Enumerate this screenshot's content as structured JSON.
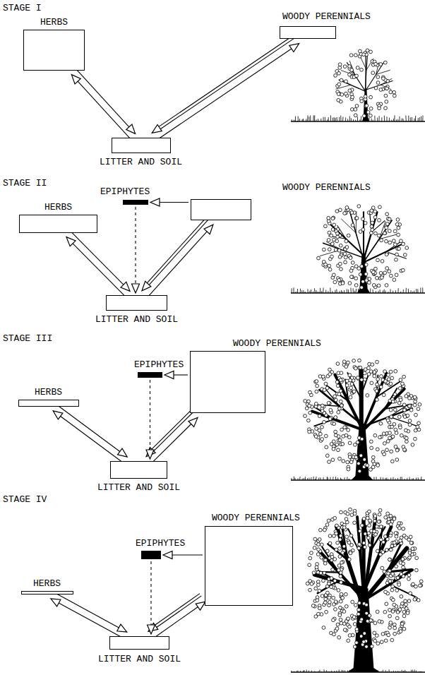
{
  "diagram": {
    "nodes": [
      {
        "text": [
          "HERBS"
        ]
      },
      {
        "text": [
          "WOODY PERENNIALS"
        ]
      },
      {
        "text": [
          "LITTER AND SOIL"
        ]
      },
      {
        "text": [
          "HERBS"
        ]
      },
      {
        "text": [
          "EPIPHYTES"
        ]
      },
      {
        "text": [
          "WOODY PERENNIALS"
        ]
      },
      {
        "text": [
          "LITTER AND SOIL"
        ]
      },
      {
        "text": [
          "HERBS"
        ]
      },
      {
        "text": [
          "EPIPHYTES"
        ]
      },
      {
        "text": [
          "WOODY PERENNIALS"
        ]
      },
      {
        "text": [
          "LITTER AND SOIL"
        ]
      },
      {
        "text": [
          "HERBS"
        ]
      },
      {
        "text": [
          "EPIPHYTES"
        ]
      },
      {
        "text": [
          "WOODY PERENNIALS"
        ]
      },
      {
        "text": [
          "LITTER AND SOIL"
        ]
      }
    ],
    "edges": [
      {
        "from": 0,
        "to": 2,
        "arrow": "to"
      },
      {
        "from": 2,
        "to": 0,
        "arrow": "to"
      },
      {
        "from": 1,
        "to": 2,
        "arrow": "to"
      },
      {
        "from": 2,
        "to": 1,
        "arrow": "to"
      },
      {
        "from": 3,
        "to": 6,
        "arrow": "to"
      },
      {
        "from": 6,
        "to": 3,
        "arrow": "to"
      },
      {
        "from": 5,
        "to": 6,
        "arrow": "to"
      },
      {
        "from": 6,
        "to": 5,
        "arrow": "to"
      },
      {
        "from": 5,
        "to": 4,
        "arrow": "to"
      },
      {
        "from": 4,
        "to": 6,
        "arrow": "to"
      },
      {
        "from": 7,
        "to": 10,
        "arrow": "to"
      },
      {
        "from": 10,
        "to": 7,
        "arrow": "to"
      },
      {
        "from": 9,
        "to": 10,
        "arrow": "to"
      },
      {
        "from": 10,
        "to": 9,
        "arrow": "to"
      },
      {
        "from": 9,
        "to": 8,
        "arrow": "to"
      },
      {
        "from": 8,
        "to": 10,
        "arrow": "to"
      },
      {
        "from": 11,
        "to": 14,
        "arrow": "to"
      },
      {
        "from": 14,
        "to": 11,
        "arrow": "to"
      },
      {
        "from": 13,
        "to": 14,
        "arrow": "to"
      },
      {
        "from": 14,
        "to": 13,
        "arrow": "to"
      },
      {
        "from": 13,
        "to": 12,
        "arrow": "to"
      },
      {
        "from": 12,
        "to": 14,
        "arrow": "to"
      }
    ],
    "labels": [
      "STAGE I",
      "STAGE II",
      "STAGE III",
      "STAGE IV"
    ]
  }
}
